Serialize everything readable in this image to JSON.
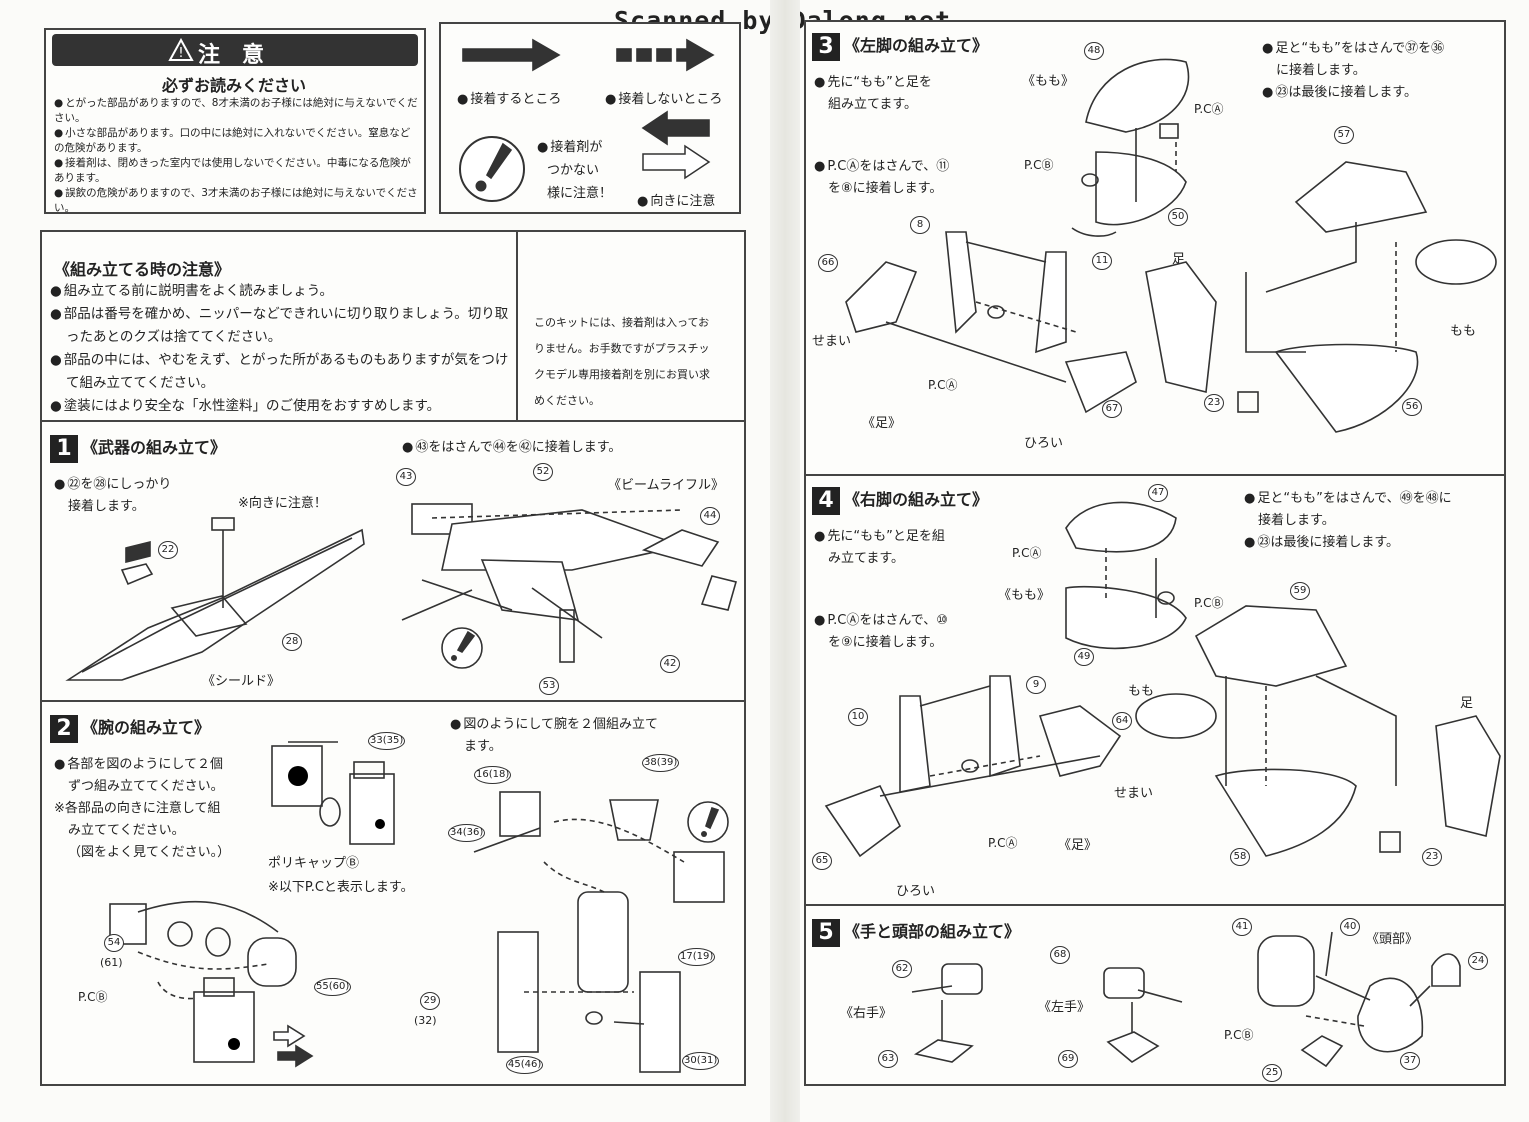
{
  "header": {
    "scan_credit": "Scanned by Dalong.net"
  },
  "caution": {
    "title": "注　意",
    "subtitle": "必ずお読みください",
    "items": [
      "とがった部品がありますので、8才未満のお子様には絶対に与えないでください。",
      "小さな部品があります。口の中には絶対に入れないでください。窒息などの危険があります。",
      "接着剤は、閉めきった室内では使用しないでください。中毒になる危険があります。",
      "誤飲の危険がありますので、3才未満のお子様には絶対に与えないでください。"
    ]
  },
  "legend": {
    "glue": "接着するところ",
    "no_glue": "接着しないところ",
    "warn": [
      "接着剤が",
      "つかない",
      "様に注意！"
    ],
    "direction": "向きに注意"
  },
  "assembly_notes": {
    "title": "《組み立てる時の注意》",
    "items": [
      "組み立てる前に説明書をよく読みましょう。",
      "部品は番号を確かめ、ニッパーなどできれいに切り取りましょう。切り取ったあとのクズは捨ててください。",
      "部品の中には、やむをえず、とがった所があるものもありますが気をつけて組み立ててください。",
      "塗装にはより安全な「水性塗料」のご使用をおすすめします。"
    ],
    "side_note": [
      "このキットには、接着剤は入ってお",
      "りません。お手数ですがプラスチッ",
      "クモデル専用接着剤を別にお買い求",
      "めください。"
    ]
  },
  "step1": {
    "num": "1",
    "title": "《武器の組み立て》",
    "note1": [
      "㉒を㉘にしっかり",
      "接着します。"
    ],
    "direction_note": "※向きに注意！",
    "note2": "㊸をはさんで㊹を㊷に接着します。",
    "shield": "《シールド》",
    "rifle": "《ビームライフル》",
    "parts": [
      "22",
      "28",
      "43",
      "52",
      "44",
      "42",
      "53"
    ]
  },
  "step2": {
    "num": "2",
    "title": "《腕の組み立て》",
    "note1": [
      "各部を図のようにして２個",
      "ずつ組み立ててください。"
    ],
    "note2": [
      "※各部品の向きに注意して組",
      "み立ててください。",
      "（図をよく見てください。）"
    ],
    "polycap": "ポリキャップⒷ",
    "polycap_note": "※以下P.Cと表示します。",
    "note3": [
      "図のようにして腕を２個組み立て",
      "ます。"
    ],
    "parts": [
      "33(35)",
      "34(36)",
      "54",
      "(61)",
      "55(60)",
      "P.CⒷ",
      "16(18)",
      "38(39)",
      "17(19)",
      "29",
      "(32)",
      "45(46)",
      "30(31)"
    ]
  },
  "step3": {
    "num": "3",
    "title": "《左脚の組み立て》",
    "note1": [
      "先に“もも”と足を",
      "組み立てます。"
    ],
    "note2": [
      "P.CⒶをはさんで、⑪",
      "を⑧に接着します。"
    ],
    "note3": [
      "足と“もも”をはさんで㊲を㊱",
      "に接着します。"
    ],
    "note4": "㉓は最後に接着します。",
    "thigh": "《もも》",
    "foot": "《足》",
    "narrow": "せまい",
    "wide": "ひろい",
    "foot_label": "足",
    "thigh_label": "もも",
    "parts": [
      "48",
      "P.CⒶ",
      "P.CⒷ",
      "50",
      "8",
      "11",
      "66",
      "P.CⒶ",
      "67",
      "57",
      "23",
      "56"
    ]
  },
  "step4": {
    "num": "4",
    "title": "《右脚の組み立て》",
    "note1": [
      "先に“もも”と足を組",
      "み立てます。"
    ],
    "note2": [
      "P.CⒶをはさんで、⑩",
      "を⑨に接着します。"
    ],
    "note3": [
      "足と“もも”をはさんで、㊾を㊽に",
      "接着します。"
    ],
    "note4": "㉓は最後に接着します。",
    "thigh": "《もも》",
    "foot": "《足》",
    "narrow": "せまい",
    "wide": "ひろい",
    "foot_label": "足",
    "thigh_label": "もも",
    "parts": [
      "47",
      "P.CⒶ",
      "P.CⒷ",
      "49",
      "10",
      "9",
      "64",
      "P.CⒶ",
      "65",
      "59",
      "58",
      "23"
    ]
  },
  "step5": {
    "num": "5",
    "title": "《手と頭部の組み立て》",
    "right_hand": "《右手》",
    "left_hand": "《左手》",
    "head": "《頭部》",
    "parts": [
      "62",
      "63",
      "68",
      "69",
      "41",
      "40",
      "24",
      "P.CⒷ",
      "37",
      "25"
    ]
  }
}
